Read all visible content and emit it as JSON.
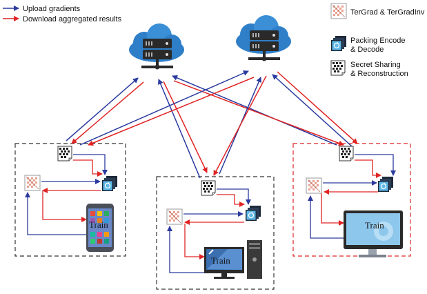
{
  "legend": {
    "upload_label": "Upload gradients",
    "download_label": "Download aggregated results",
    "upload_color": "#2b3a9e",
    "download_color": "#e02424",
    "tergrad_label": "TerGrad & TerGradInv",
    "packing_label_line1": "Packing Encode",
    "packing_label_line2": "& Decode",
    "secret_label_line1": "Secret Sharing",
    "secret_label_line2": "& Reconstruction"
  },
  "clients": [
    {
      "device": "smartphone",
      "train_label": "Train",
      "border_color": "#333333"
    },
    {
      "device": "desktop-pc",
      "train_label": "Train",
      "border_color": "#333333"
    },
    {
      "device": "monitor",
      "train_label": "Train",
      "border_color": "#e02424"
    }
  ],
  "servers": [
    {
      "icon": "cloud-server-icon"
    },
    {
      "icon": "cloud-server-icon"
    }
  ],
  "colors": {
    "cloud": "#2f7fc8",
    "cloud_light": "#4aa0e0",
    "server_dark": "#2a2a2a",
    "box_border_dark": "#333333",
    "box_border_red": "#e02424"
  }
}
